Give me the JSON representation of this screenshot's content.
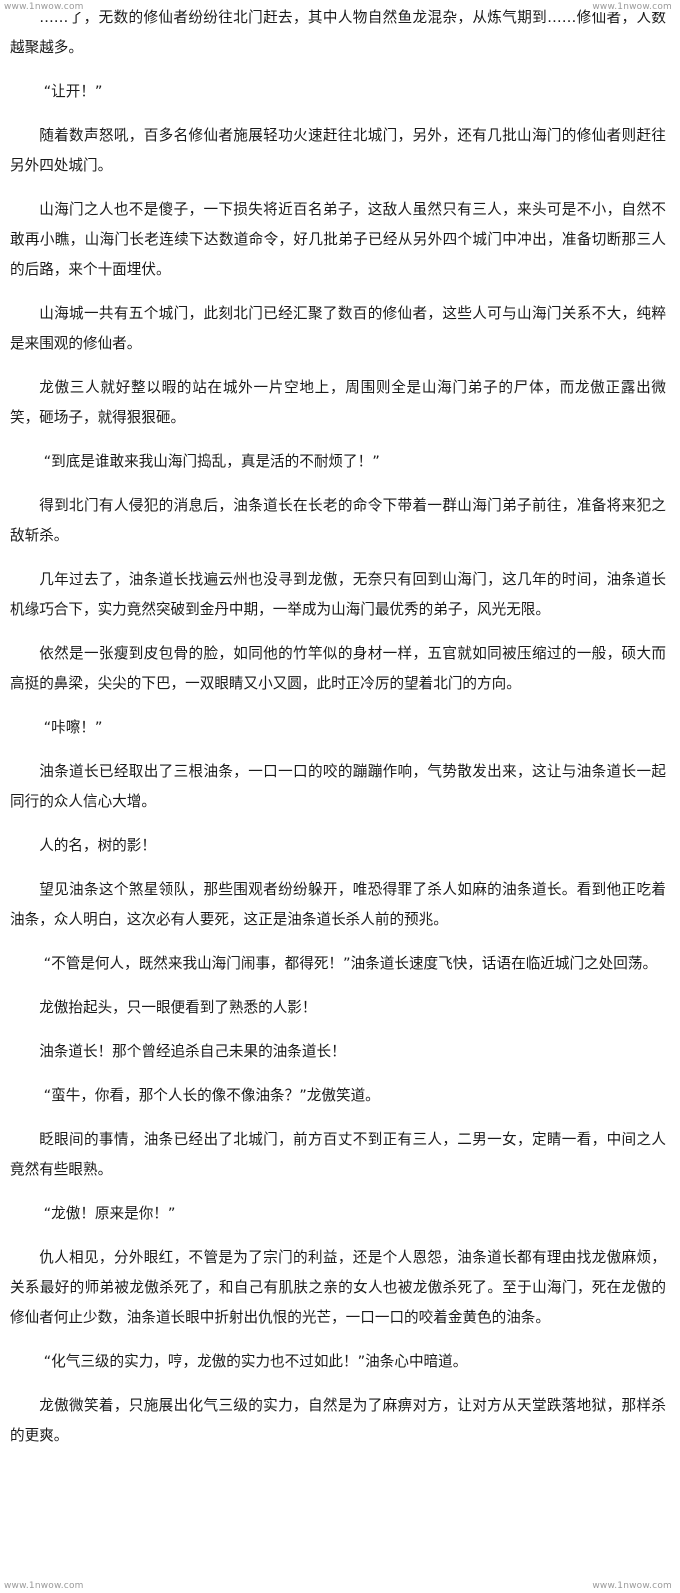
{
  "watermark": "www.1nwow.com",
  "paragraphs": [
    "……了，无数的修仙者纷纷往北门赶去，其中人物自然鱼龙混杂，从炼气期到……修仙者，人数越聚越多。",
    "“让开！”",
    "随着数声怒吼，百多名修仙者施展轻功火速赶往北城门，另外，还有几批山海门的修仙者则赶往另外四处城门。",
    "山海门之人也不是傻子，一下损失将近百名弟子，这敌人虽然只有三人，来头可是不小，自然不敢再小瞧，山海门长老连续下达数道命令，好几批弟子已经从另外四个城门中冲出，准备切断那三人的后路，来个十面埋伏。",
    "山海城一共有五个城门，此刻北门已经汇聚了数百的修仙者，这些人可与山海门关系不大，纯粹是来围观的修仙者。",
    "龙傲三人就好整以暇的站在城外一片空地上，周围则全是山海门弟子的尸体，而龙傲正露出微笑，砸场子，就得狠狠砸。",
    "“到底是谁敢来我山海门捣乱，真是活的不耐烦了！”",
    "得到北门有人侵犯的消息后，油条道长在长老的命令下带着一群山海门弟子前往，准备将来犯之敌斩杀。",
    "几年过去了，油条道长找遍云州也没寻到龙傲，无奈只有回到山海门，这几年的时间，油条道长机缘巧合下，实力竟然突破到金丹中期，一举成为山海门最优秀的弟子，风光无限。",
    "依然是一张瘦到皮包骨的脸，如同他的竹竿似的身材一样，五官就如同被压缩过的一般，硕大而高挺的鼻梁，尖尖的下巴，一双眼睛又小又圆，此时正冷厉的望着北门的方向。",
    "“咔嚓！”",
    "油条道长已经取出了三根油条，一口一口的咬的蹦蹦作响，气势散发出来，这让与油条道长一起同行的众人信心大增。",
    "人的名，树的影！",
    "望见油条这个煞星领队，那些围观者纷纷躲开，唯恐得罪了杀人如麻的油条道长。看到他正吃着油条，众人明白，这次必有人要死，这正是油条道长杀人前的预兆。",
    "“不管是何人，既然来我山海门闹事，都得死！”油条道长速度飞快，话语在临近城门之处回荡。",
    "龙傲抬起头，只一眼便看到了熟悉的人影！",
    "油条道长！那个曾经追杀自己未果的油条道长！",
    "“蛮牛，你看，那个人长的像不像油条？”龙傲笑道。",
    "眨眼间的事情，油条已经出了北城门，前方百丈不到正有三人，二男一女，定睛一看，中间之人竟然有些眼熟。",
    "“龙傲！原来是你！”",
    "仇人相见，分外眼红，不管是为了宗门的利益，还是个人恩怨，油条道长都有理由找龙傲麻烦，关系最好的师弟被龙傲杀死了，和自己有肌肤之亲的女人也被龙傲杀死了。至于山海门，死在龙傲的修仙者何止少数，油条道长眼中折射出仇恨的光芒，一口一口的咬着金黄色的油条。",
    "“化气三级的实力，哼，龙傲的实力也不过如此！”油条心中暗道。",
    "龙傲微笑着，只施展出化气三级的实力，自然是为了麻痹对方，让对方从天堂跌落地狱，那样杀的更爽。"
  ]
}
